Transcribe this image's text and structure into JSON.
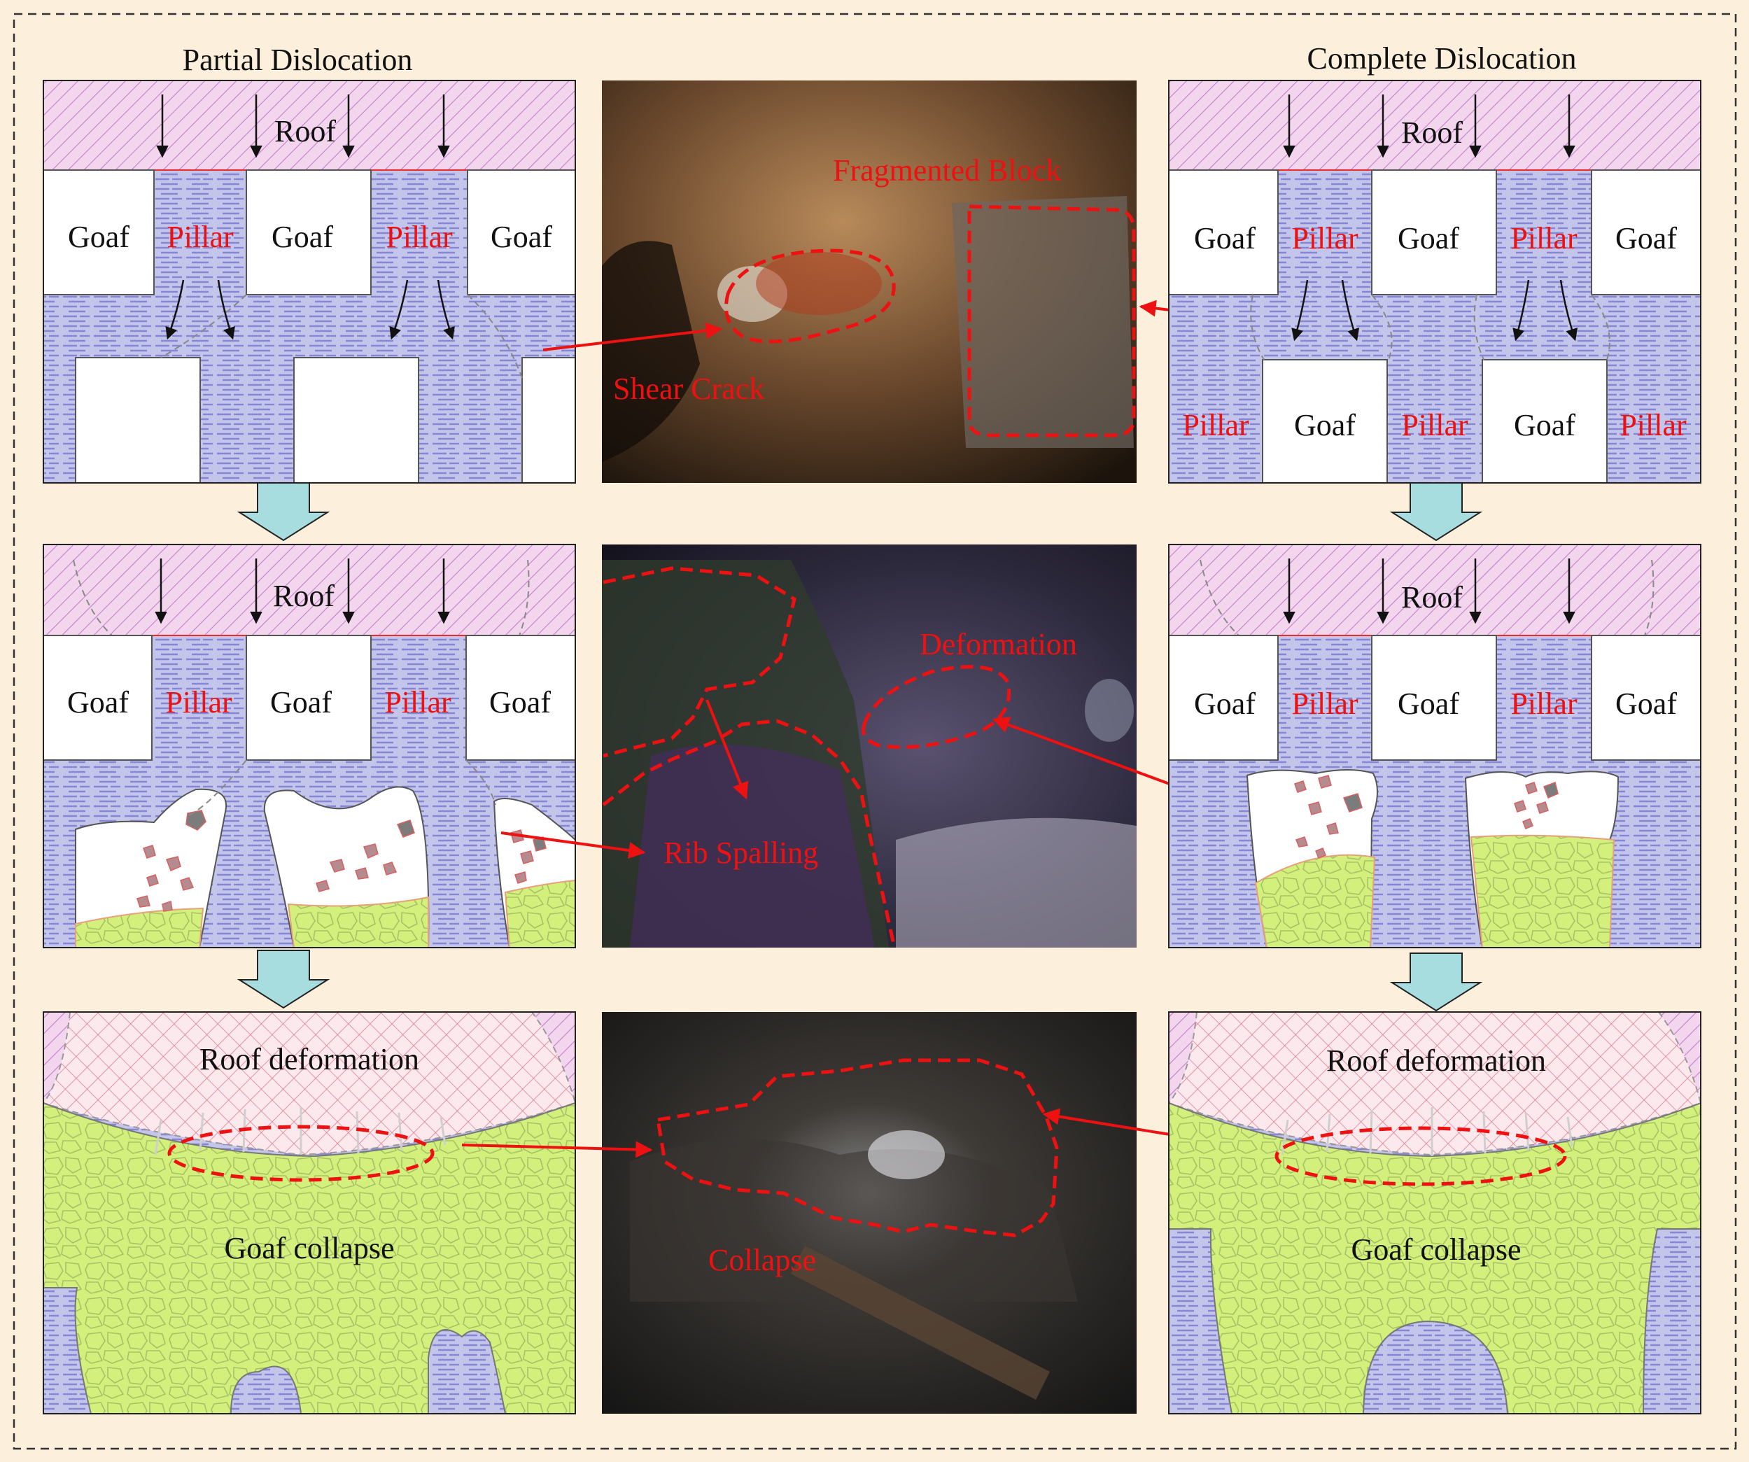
{
  "headers": {
    "left": "Partial Dislocation",
    "right": "Complete Dislocation"
  },
  "labels": {
    "roof": "Roof",
    "goaf": "Goaf",
    "pillar": "Pillar",
    "roof_deformation": "Roof deformation",
    "goaf_collapse": "Goaf collapse"
  },
  "photo_annotations": {
    "fragmented_block": "Fragmented Block",
    "shear_crack": "Shear Crack",
    "deformation": "Deformation",
    "rib_spalling": "Rib Spalling",
    "collapse": "Collapse"
  },
  "colors": {
    "background": "#fcf0dc",
    "roof_fill": "#f3d6ee",
    "hatch": "#c080c8",
    "border_red": "#ee2a2a",
    "rock_stripes": "#8f90d8",
    "rock_bg": "#b9bae6",
    "fill_green": "#d3f07a",
    "arrow_fill": "#a8dde0",
    "label_red": "#ee1111"
  }
}
